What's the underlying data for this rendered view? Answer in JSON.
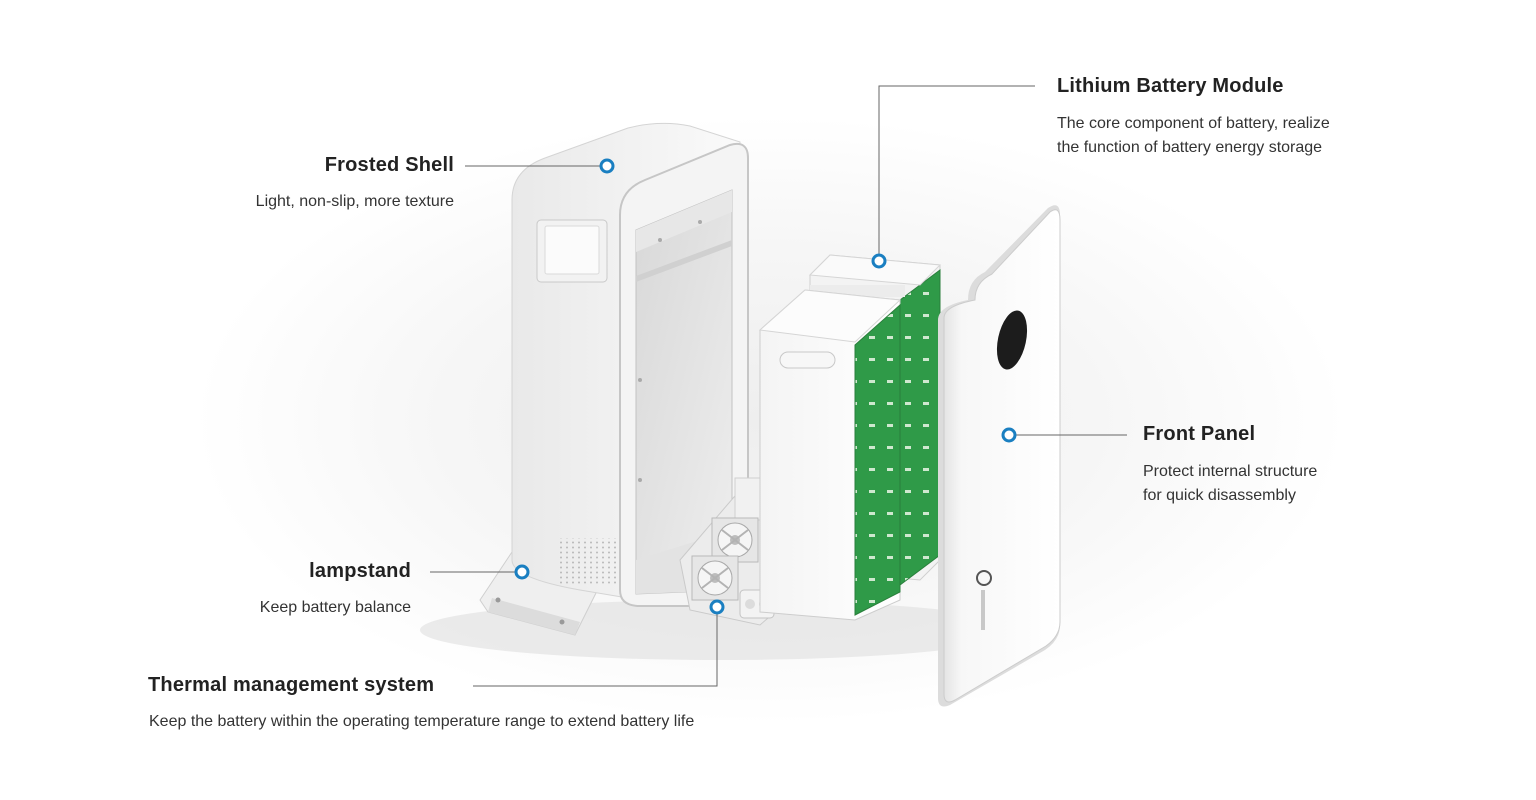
{
  "callouts": {
    "frosted_shell": {
      "title": "Frosted Shell",
      "desc": "Light, non-slip, more texture"
    },
    "lithium_module": {
      "title": "Lithium Battery Module",
      "desc_line1": "The core component of battery, realize",
      "desc_line2": "the function of battery energy storage"
    },
    "front_panel": {
      "title": "Front Panel",
      "desc_line1": "Protect internal structure",
      "desc_line2": "for quick disassembly"
    },
    "lampstand": {
      "title": "lampstand",
      "desc": "Keep battery balance"
    },
    "thermal": {
      "title": "Thermal management system",
      "desc": "Keep the battery within the operating temperature range to extend battery life"
    }
  },
  "colors": {
    "marker": "#1a7fc1",
    "leader_line": "#666666",
    "module_pcb": "#2e9c4a"
  }
}
